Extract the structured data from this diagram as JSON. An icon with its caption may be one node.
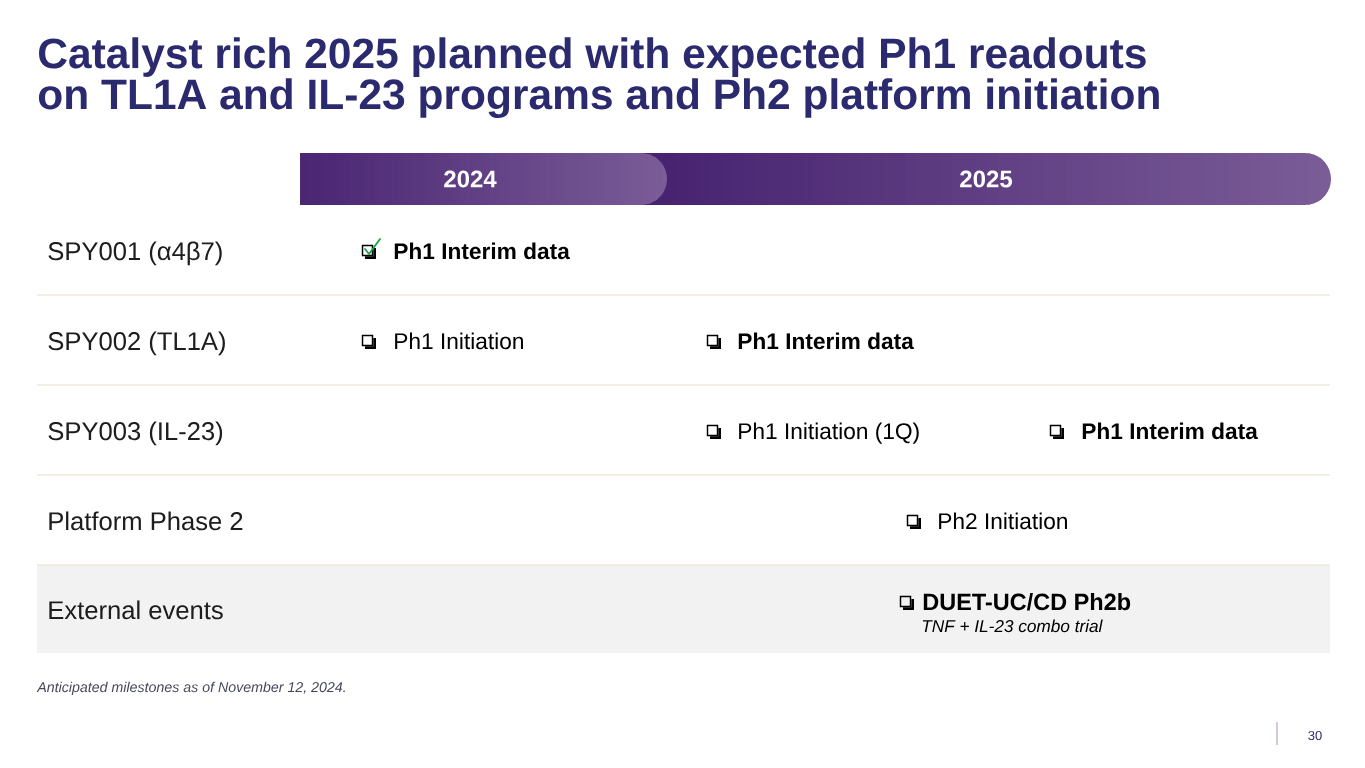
{
  "diagram": {
    "title": "Catalyst rich 2025 planned with expected Ph1 readouts on TL1A and IL-23 programs and Ph2 platform initiation",
    "caption": "Anticipated milestones as of November 12, 2024.",
    "nodes": [
      {
        "text": [
          "2024"
        ]
      },
      {
        "text": [
          "2025"
        ]
      },
      {
        "text": [
          "External events",
          "DUET-UC/CD Ph2b",
          "TNF + IL-23 combo trial"
        ]
      }
    ],
    "labels": [
      "SPY001 (α4β7)",
      "Ph1 Interim data",
      "SPY002 (TL1A)",
      "Ph1 Initiation",
      "Ph1 Interim data",
      "SPY003 (IL-23)",
      "Ph1 Initiation (1Q)",
      "Ph1 Interim data",
      "Platform Phase 2",
      "Ph2 Initiation",
      "30"
    ]
  }
}
